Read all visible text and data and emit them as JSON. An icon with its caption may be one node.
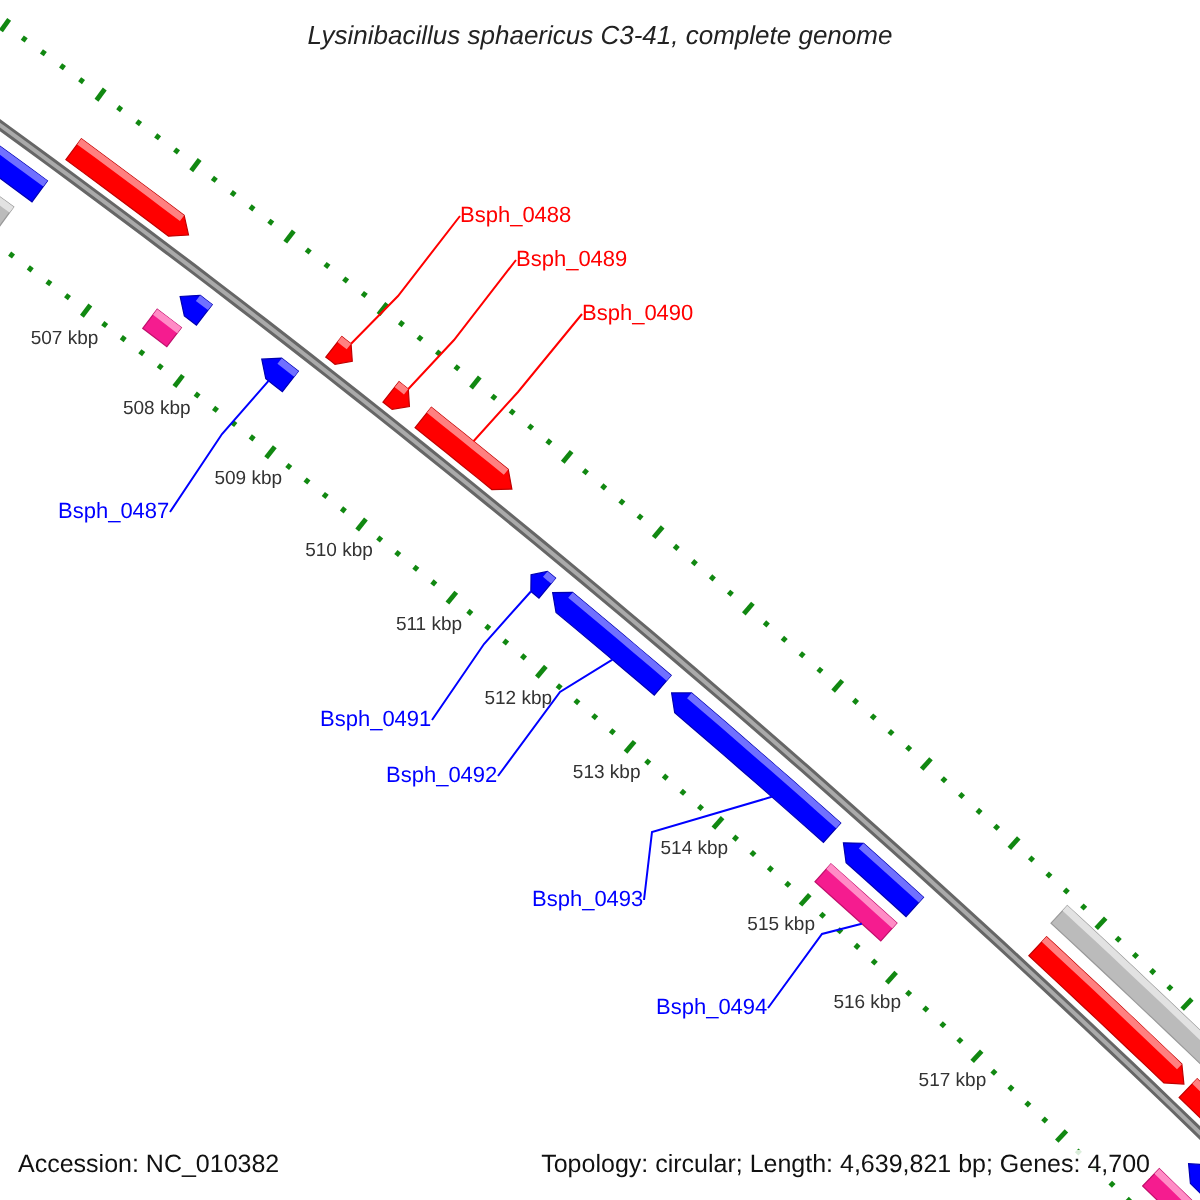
{
  "diagram": {
    "title": "Lysinibacillus sphaericus C3-41, complete genome",
    "nodes": [
      {
        "text": [
          "Bsph_0487"
        ]
      },
      {
        "text": [
          "Bsph_0488"
        ]
      },
      {
        "text": [
          "Bsph_0489"
        ]
      },
      {
        "text": [
          "Bsph_0490"
        ]
      },
      {
        "text": [
          "Bsph_0491"
        ]
      },
      {
        "text": [
          "Bsph_0492"
        ]
      },
      {
        "text": [
          "Bsph_0493"
        ]
      },
      {
        "text": [
          "Bsph_0494"
        ]
      },
      {
        "text": [],
        "shape": "box"
      },
      {
        "text": [],
        "shape": "arrow"
      },
      {
        "text": [],
        "shape": "arrow"
      },
      {
        "text": [],
        "shape": "box"
      },
      {
        "text": [],
        "shape": "arrow"
      },
      {
        "text": [],
        "shape": "arrow"
      },
      {
        "text": [],
        "shape": "arrow"
      },
      {
        "text": [],
        "shape": "arrow"
      },
      {
        "text": [],
        "shape": "arrow"
      },
      {
        "text": [],
        "shape": "arrow"
      },
      {
        "text": [],
        "shape": "arrow"
      },
      {
        "text": [],
        "shape": "arrow"
      },
      {
        "text": [],
        "shape": "box"
      },
      {
        "text": [],
        "shape": "arrow"
      },
      {
        "text": [],
        "shape": "box"
      },
      {
        "text": [],
        "shape": "arrow"
      },
      {
        "text": [],
        "shape": "arrow"
      },
      {
        "text": [],
        "shape": "box"
      },
      {
        "text": [],
        "shape": "arrow"
      }
    ],
    "edges": [
      {
        "from": 0,
        "to": 13,
        "arrow": "none"
      },
      {
        "from": 1,
        "to": 14,
        "arrow": "none",
        "color": "#ff0000"
      },
      {
        "from": 2,
        "to": 15,
        "arrow": "none",
        "color": "#ff0000"
      },
      {
        "from": 3,
        "to": 16,
        "arrow": "none",
        "color": "#ff0000"
      },
      {
        "from": 4,
        "to": 17,
        "arrow": "none"
      },
      {
        "from": 5,
        "to": 18,
        "arrow": "none"
      },
      {
        "from": 6,
        "to": 19,
        "arrow": "none"
      },
      {
        "from": 7,
        "to": 20,
        "arrow": "none"
      }
    ],
    "labels": [
      "507 kbp",
      "508 kbp",
      "509 kbp",
      "510 kbp",
      "511 kbp",
      "512 kbp",
      "513 kbp",
      "514 kbp",
      "515 kbp",
      "516 kbp",
      "517 kbp",
      "Accession: NC_010382",
      "Topology: circular; Length: 4,639,821 bp; Genes: 4,700"
    ]
  }
}
